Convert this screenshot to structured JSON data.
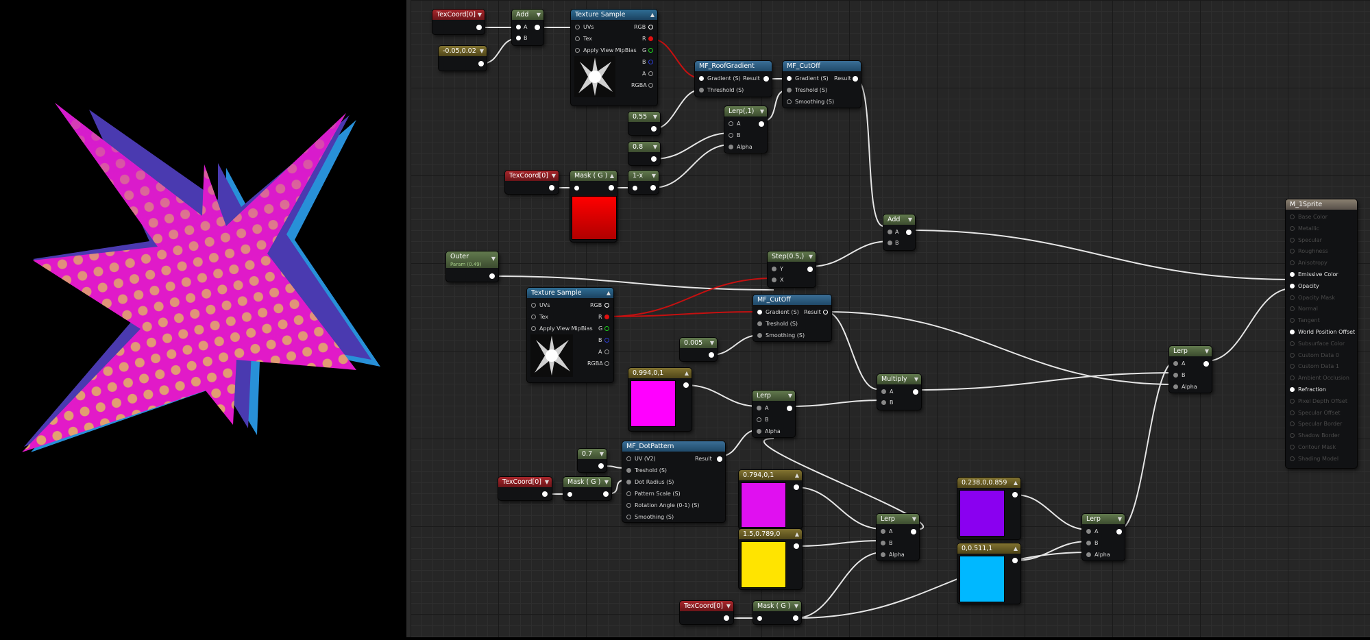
{
  "nodes": {
    "texcoord_a": {
      "title": "TexCoord[0]"
    },
    "const2": {
      "title": "-0.05,0.02"
    },
    "add1": {
      "title": "Add",
      "a": "A",
      "b": "B"
    },
    "texsample1": {
      "title": "Texture Sample",
      "uvs": "UVs",
      "tex": "Tex",
      "mip": "Apply View MipBias",
      "rgb": "RGB",
      "r": "R",
      "g": "G",
      "b": "B",
      "a": "A",
      "rgba": "RGBA"
    },
    "roofgradient": {
      "title": "MF_RoofGradient",
      "in1": "Gradient (S)",
      "in2": "Threshold (S)",
      "out": "Result"
    },
    "cutoff1": {
      "title": "MF_CutOff",
      "in1": "Gradient (S)",
      "in2": "Treshold (S)",
      "in3": "Smoothing (S)",
      "out": "Result"
    },
    "c055": {
      "title": "0.55"
    },
    "c08": {
      "title": "0.8"
    },
    "lerp1": {
      "title": "Lerp(,1)",
      "a": "A",
      "b": "B",
      "alpha": "Alpha"
    },
    "texcoord_b": {
      "title": "TexCoord[0]"
    },
    "mask1": {
      "title": "Mask ( G )"
    },
    "oneminus": {
      "title": "1-x"
    },
    "outer": {
      "title": "Outer",
      "sub": "Param (0.49)"
    },
    "add2": {
      "title": "Add",
      "a": "A",
      "b": "B"
    },
    "step": {
      "title": "Step(0.5,)",
      "y": "Y",
      "x": "X"
    },
    "texsample2": {
      "title": "Texture Sample",
      "uvs": "UVs",
      "tex": "Tex",
      "mip": "Apply View MipBias",
      "rgb": "RGB",
      "r": "R",
      "g": "G",
      "b": "B",
      "a": "A",
      "rgba": "RGBA"
    },
    "cutoff2": {
      "title": "MF_CutOff",
      "in1": "Gradient (S)",
      "in2": "Treshold (S)",
      "in3": "Smoothing (S)",
      "out": "Result"
    },
    "c0005": {
      "title": "0.005"
    },
    "magenta1": {
      "title": "0.994,0,1"
    },
    "lerp2": {
      "title": "Lerp",
      "a": "A",
      "b": "B",
      "alpha": "Alpha"
    },
    "multiply": {
      "title": "Multiply",
      "a": "A",
      "b": "B"
    },
    "lerp_main": {
      "title": "Lerp",
      "a": "A",
      "b": "B",
      "alpha": "Alpha"
    },
    "c07": {
      "title": "0.7"
    },
    "dotpattern": {
      "title": "MF_DotPattern",
      "in1": "UV (V2)",
      "in2": "Treshold (S)",
      "in3": "Dot Radius (S)",
      "in4": "Pattern Scale (S)",
      "in5": "Rotation Angle (0-1) (S)",
      "in6": "Smoothing (S)",
      "out": "Result"
    },
    "texcoord_c": {
      "title": "TexCoord[0]"
    },
    "mask2": {
      "title": "Mask ( G )"
    },
    "magenta2": {
      "title": "0.794,0,1"
    },
    "yellow": {
      "title": "1.5,0.789,0"
    },
    "lerp3": {
      "title": "Lerp",
      "a": "A",
      "b": "B",
      "alpha": "Alpha"
    },
    "purple": {
      "title": "0.238,0,0.859"
    },
    "cyan": {
      "title": "0,0.511,1"
    },
    "lerp4": {
      "title": "Lerp",
      "a": "A",
      "b": "B",
      "alpha": "Alpha"
    },
    "texcoord_d": {
      "title": "TexCoord[0]"
    },
    "mask3": {
      "title": "Mask ( G )"
    }
  },
  "material": {
    "title": "M_1Sprite",
    "inputs": [
      {
        "label": "Base Color",
        "active": false
      },
      {
        "label": "Metallic",
        "active": false
      },
      {
        "label": "Specular",
        "active": false
      },
      {
        "label": "Roughness",
        "active": false
      },
      {
        "label": "Anisotropy",
        "active": false
      },
      {
        "label": "Emissive Color",
        "active": true
      },
      {
        "label": "Opacity",
        "active": true
      },
      {
        "label": "Opacity Mask",
        "active": false
      },
      {
        "label": "Normal",
        "active": false
      },
      {
        "label": "Tangent",
        "active": false
      },
      {
        "label": "World Position Offset",
        "active": true
      },
      {
        "label": "Subsurface Color",
        "active": false
      },
      {
        "label": "Custom Data 0",
        "active": false
      },
      {
        "label": "Custom Data 1",
        "active": false
      },
      {
        "label": "Ambient Occlusion",
        "active": false
      },
      {
        "label": "Refraction",
        "active": true
      },
      {
        "label": "Pixel Depth Offset",
        "active": false
      },
      {
        "label": "Specular Offset",
        "active": false
      },
      {
        "label": "Specular Border",
        "active": false
      },
      {
        "label": "Shadow Border",
        "active": false
      },
      {
        "label": "Contour Mask",
        "active": false
      },
      {
        "label": "Shading Model",
        "active": false
      }
    ]
  },
  "colors": {
    "magenta1": "#ff00ff",
    "magenta2": "#e010f0",
    "yellow": "#ffe400",
    "purple": "#8a00f0",
    "cyan": "#00b8ff",
    "mask_red": "#e00000",
    "wire": "#e6e6e6",
    "wire_red": "#c51010"
  }
}
